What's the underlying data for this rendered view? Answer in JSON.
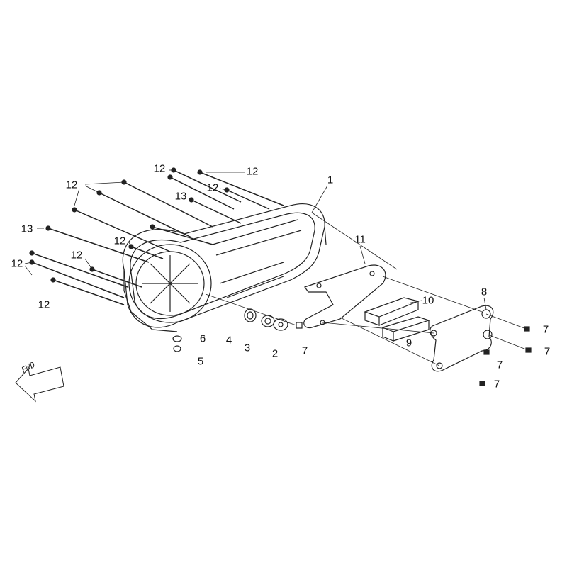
{
  "diagram": {
    "direction_label": "FWD",
    "callouts": [
      {
        "id": "c1",
        "text": "12"
      },
      {
        "id": "c2",
        "text": "12"
      },
      {
        "id": "c3",
        "text": "12"
      },
      {
        "id": "c4",
        "text": "12"
      },
      {
        "id": "c5",
        "text": "13"
      },
      {
        "id": "c6",
        "text": "1"
      },
      {
        "id": "c7",
        "text": "13"
      },
      {
        "id": "c8",
        "text": "12"
      },
      {
        "id": "c9",
        "text": "12"
      },
      {
        "id": "c10",
        "text": "12"
      },
      {
        "id": "c11",
        "text": "12"
      },
      {
        "id": "c12",
        "text": "11"
      },
      {
        "id": "c13",
        "text": "10"
      },
      {
        "id": "c14",
        "text": "8"
      },
      {
        "id": "c15",
        "text": "9"
      },
      {
        "id": "c16",
        "text": "7"
      },
      {
        "id": "c17",
        "text": "7"
      },
      {
        "id": "c18",
        "text": "7"
      },
      {
        "id": "c19",
        "text": "7"
      },
      {
        "id": "c20",
        "text": "6"
      },
      {
        "id": "c21",
        "text": "5"
      },
      {
        "id": "c22",
        "text": "4"
      },
      {
        "id": "c23",
        "text": "3"
      },
      {
        "id": "c24",
        "text": "2"
      },
      {
        "id": "c25",
        "text": "7"
      }
    ]
  }
}
